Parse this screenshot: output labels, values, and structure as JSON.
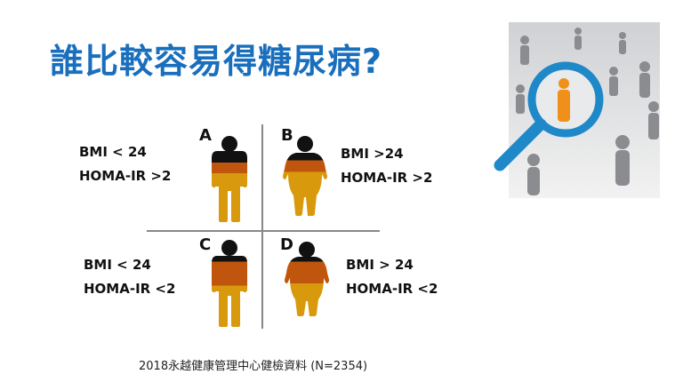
{
  "title": "誰比較容易得糖尿病?",
  "quadrants": [
    {
      "letter": "A",
      "bmi": "BMI < 24",
      "homa": "HOMA-IR >2"
    },
    {
      "letter": "B",
      "bmi": "BMI >24",
      "homa": "HOMA-IR >2"
    },
    {
      "letter": "C",
      "bmi": "BMI < 24",
      "homa": "HOMA-IR <2"
    },
    {
      "letter": "D",
      "bmi": "BMI > 24",
      "homa": "HOMA-IR <2"
    }
  ],
  "footnote": "2018永越健康管理中心健檢資料 (N=2354)",
  "colors": {
    "title": "#1a6fbd",
    "black": "#111111",
    "orange": "#c0560e",
    "yellow": "#d89a0c",
    "glass": "#1e88c8"
  }
}
